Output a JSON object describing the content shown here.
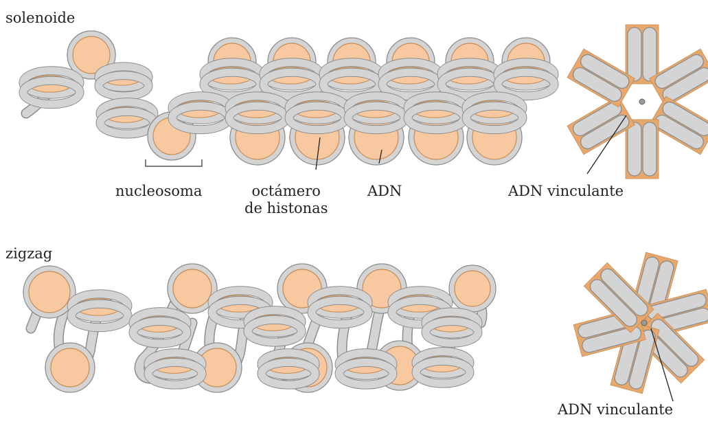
{
  "sections": {
    "solenoid_title": "solenoide",
    "zigzag_title": "zigzag"
  },
  "labels": {
    "nucleosome": "nucleosoma",
    "octamer_line1": "octámero",
    "octamer_line2": "de histonas",
    "dna": "ADN",
    "linker_dna_top": "ADN vinculante",
    "linker_dna_bottom": "ADN vinculante"
  },
  "colors": {
    "histone": "#f8c9a0",
    "histone_stroke": "#c58c55",
    "dna": "#d4d4d4",
    "dna_stroke": "#8c8c8c",
    "star_fill": "#e8a86c",
    "text": "#222222"
  }
}
